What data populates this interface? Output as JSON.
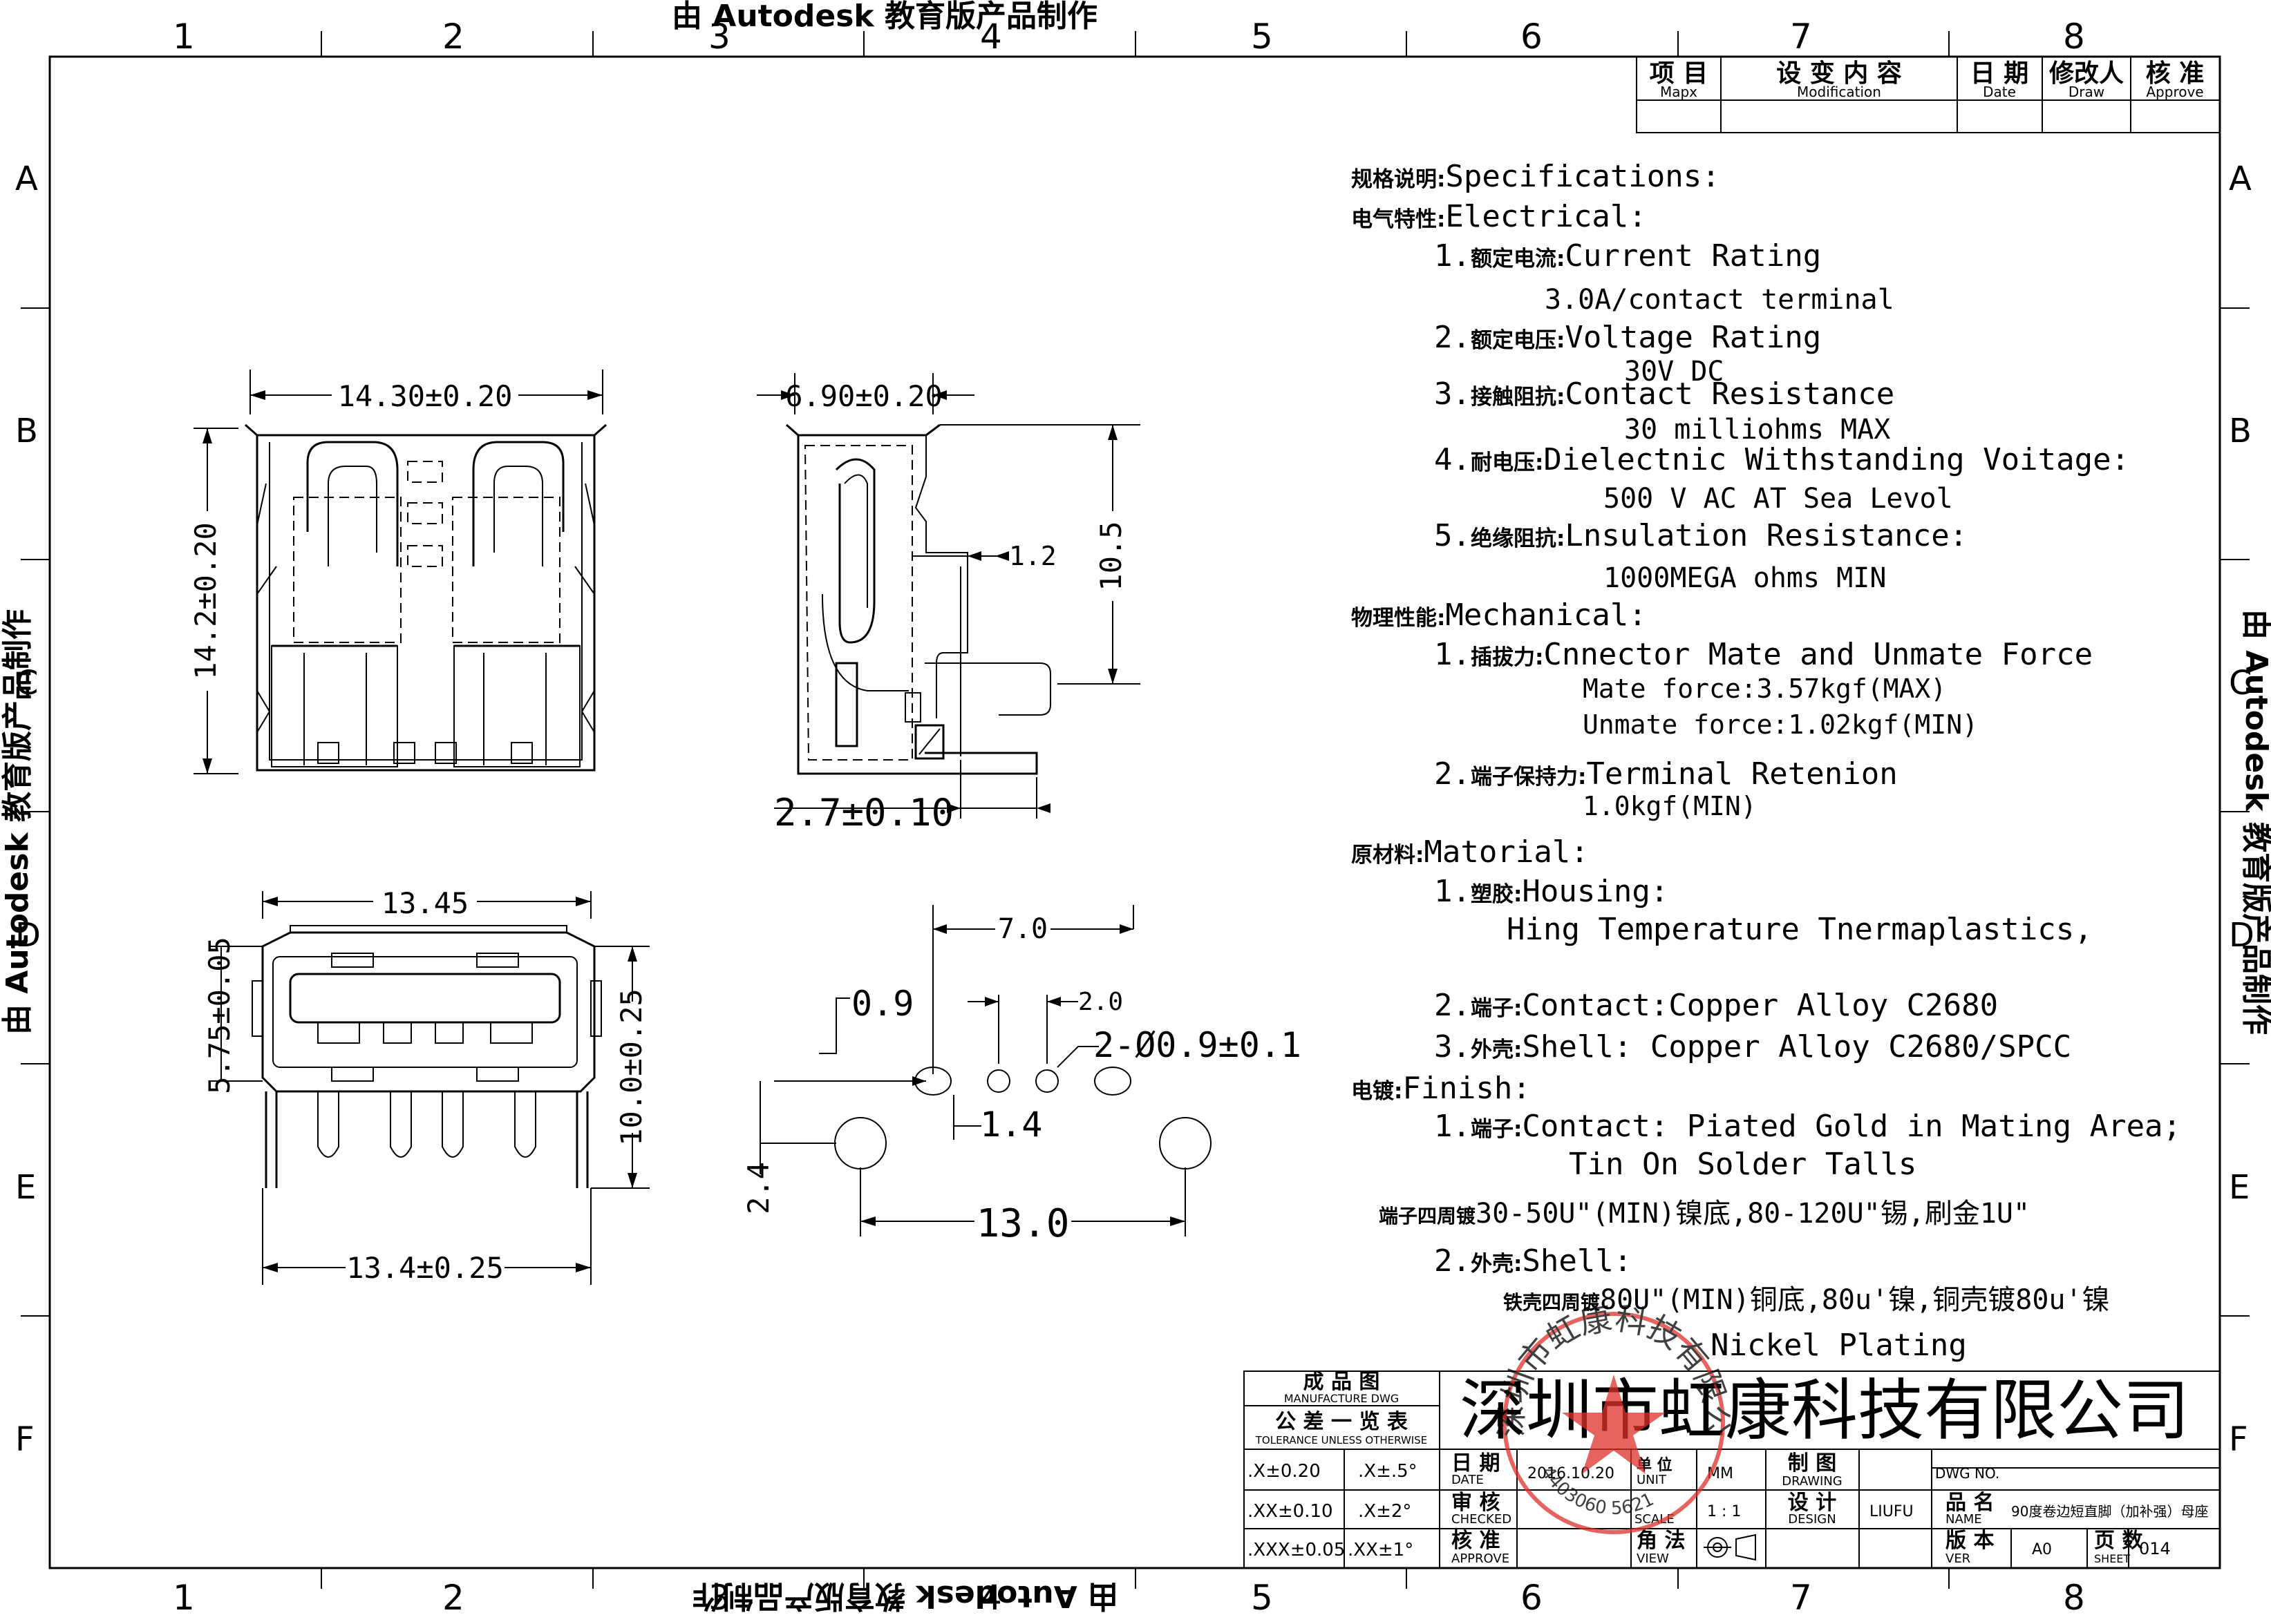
{
  "watermark": "由 Autodesk 教育版产品制作",
  "grid": {
    "columns": [
      "1",
      "2",
      "3",
      "4",
      "5",
      "6",
      "7",
      "8"
    ],
    "rows": [
      "A",
      "B",
      "C",
      "D",
      "E",
      "F"
    ]
  },
  "revision_table": {
    "headers": [
      {
        "cn": "项 目",
        "en": "Mapx"
      },
      {
        "cn": "设 变 内 容",
        "en": "Modification"
      },
      {
        "cn": "日 期",
        "en": "Date"
      },
      {
        "cn": "修改人",
        "en": "Draw"
      },
      {
        "cn": "核 准",
        "en": "Approve"
      }
    ]
  },
  "dimensions": {
    "top_width": "14.30±0.20",
    "top_height": "14.2±0.20",
    "side_width": "6.90±0.20",
    "side_height": "10.5",
    "side_step": "1.2",
    "side_bottom": "2.7±0.10",
    "front_inner": "13.45",
    "front_height_left": "5.75±0.05",
    "front_height_right": "10.0±0.25",
    "front_bottom": "13.4±0.25",
    "pcb_7": "7.0",
    "pcb_09": "0.9",
    "pcb_20": "2.0",
    "pcb_hole": "2-Ø0.9±0.1",
    "pcb_14": "1.4",
    "pcb_24": "2.4",
    "pcb_130": "13.0"
  },
  "specs": [
    {
      "cn": "规格说明:",
      "en": "Specifications:"
    },
    {
      "cn": "电气特性:",
      "en": "Electrical:"
    },
    {
      "num": "1.",
      "cn": "额定电流:",
      "en": "Current Rating"
    },
    {
      "value": "3.0A/contact terminal"
    },
    {
      "num": "2.",
      "cn": "额定电压:",
      "en": "Voltage Rating"
    },
    {
      "value": "30V DC"
    },
    {
      "num": "3.",
      "cn": "接触阻抗:",
      "en": "Contact Resistance"
    },
    {
      "value": "30 milliohms MAX"
    },
    {
      "num": "4.",
      "cn": "耐电压:",
      "en": "Dielectnic Withstanding Voitage:"
    },
    {
      "value": "500 V AC AT Sea Levol"
    },
    {
      "num": "5.",
      "cn": "绝缘阻抗:",
      "en": "Lnsulation Resistance:"
    },
    {
      "value": "1000MEGA ohms MIN"
    },
    {
      "cn": "物理性能:",
      "en": "Mechanical:"
    },
    {
      "num": "1.",
      "cn": "插拔力:",
      "en": "Cnnector Mate and Unmate Force"
    },
    {
      "value": "Mate force:3.57kgf(MAX)"
    },
    {
      "value": "Unmate force:1.02kgf(MIN)"
    },
    {
      "num": "2.",
      "cn": "端子保持力:",
      "en": "Terminal Retenion"
    },
    {
      "value": "1.0kgf(MIN)"
    },
    {
      "cn": "原材料:",
      "en": "Matorial:"
    },
    {
      "num": "1.",
      "cn": "塑胶:",
      "en": "Housing:"
    },
    {
      "value": "Hing Temperature  Tnermaplastics,"
    },
    {
      "num": "2.",
      "cn": "端子:",
      "en": "Contact:Copper Alloy C2680"
    },
    {
      "num": "3.",
      "cn": "外壳:",
      "en": "Shell: Copper Alloy C2680/SPCC"
    },
    {
      "cn": "电镀:",
      "en": "Finish:"
    },
    {
      "num": "1.",
      "cn": "端子:",
      "en": "Contact: Piated Gold in Mating Area;"
    },
    {
      "value": "Tin On Solder Talls"
    },
    {
      "cn": "端子四周镀",
      "en": "30-50U\"(MIN)镍底,80-120U\"锡,刷金1U\""
    },
    {
      "num": "2.",
      "cn": "外壳:",
      "en": "Shell:"
    },
    {
      "cn": "铁壳四周镀",
      "en": "80U\"(MIN)铜底,80u'镍,铜壳镀80u'镍"
    },
    {
      "value": "Nickel Plating"
    }
  ],
  "title_block": {
    "dwg_cn": "成 品 图",
    "dwg_en": "MANUFACTURE DWG",
    "tol_cn": "公 差 一 览 表",
    "tol_en": "TOLERANCE UNLESS OTHERWISE",
    "company": "深圳市虹康科技有限公司",
    "tolerances": [
      [
        ".X±0.20",
        ".X±.5°"
      ],
      [
        ".XX±0.10",
        ".X±2°"
      ],
      [
        ".XXX±0.05",
        ".XX±1°"
      ]
    ],
    "date_cn": "日 期",
    "date_en": "DATE",
    "date_val": "2016.10.20",
    "unit_cn": "单 位",
    "unit_en": "UNIT",
    "unit_val": "MM",
    "drawing_cn": "制 图",
    "drawing_en": "DRAWING",
    "dwgno": "DWG NO.",
    "checked_cn": "审 核",
    "checked_en": "CHECKED",
    "scale_en": "SCALE",
    "scale_val": "1 : 1",
    "design_cn": "设 计",
    "design_en": "DESIGN",
    "design_val": "LIUFU",
    "name_cn": "品 名",
    "name_en": "NAME",
    "name_val": "90度卷边短直脚（加补强）母座",
    "approve_cn": "核 准",
    "approve_en": "APPROVE",
    "view_cn": "角 法",
    "view_en": "VIEW",
    "ver_cn": "版 本",
    "ver_en": "VER",
    "ver_val": "A0",
    "sheet_cn": "页 数",
    "sheet_en": "SHEET",
    "sheet_val": "014"
  },
  "stamp": {
    "text": "深圳市虹康科技有限公司",
    "number": "4403060 5621"
  }
}
